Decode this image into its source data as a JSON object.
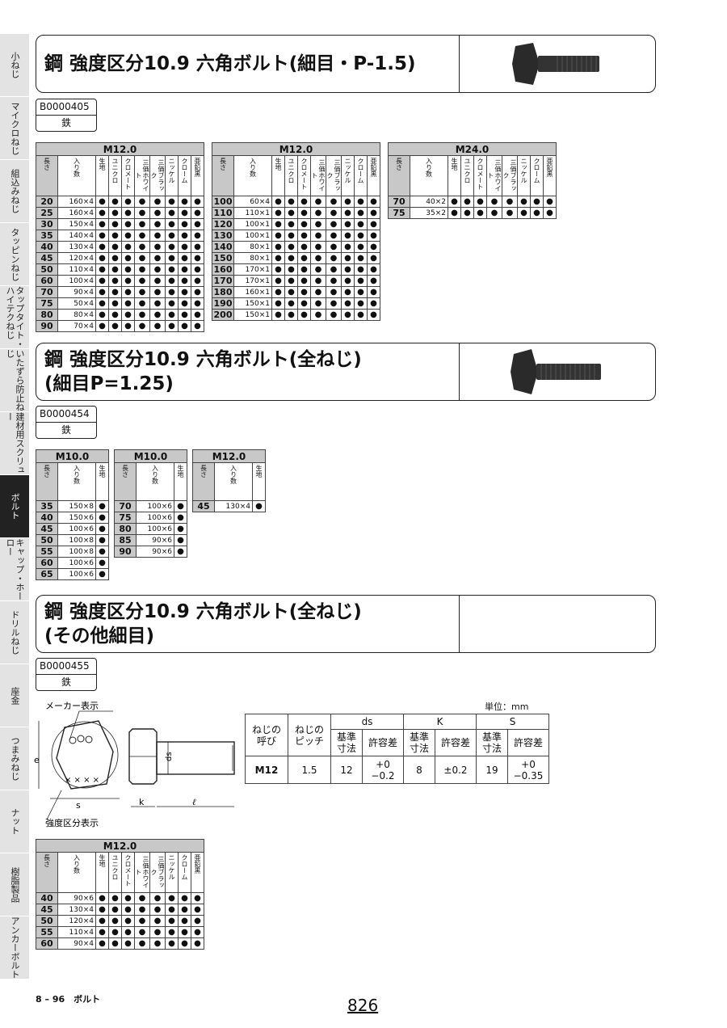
{
  "side_tabs": [
    {
      "label": "小ねじ",
      "active": false
    },
    {
      "label": "マイクロねじ",
      "active": false
    },
    {
      "label": "組込みねじ",
      "active": false
    },
    {
      "label": "タッピンねじ",
      "active": false
    },
    {
      "label": "タップタイト・ハイテクねじ",
      "active": false
    },
    {
      "label": "いたずら防止ねじ",
      "active": false
    },
    {
      "label": "建材用スクリュー",
      "active": false
    },
    {
      "label": "ボルト",
      "active": true
    },
    {
      "label": "キャップ・ホーロー",
      "active": false
    },
    {
      "label": "ドリルねじ",
      "active": false
    },
    {
      "label": "座金",
      "active": false
    },
    {
      "label": "つまみねじ",
      "active": false
    },
    {
      "label": "ナット",
      "active": false
    },
    {
      "label": "樹脂製品",
      "active": false
    },
    {
      "label": "アンカーボルト",
      "active": false
    }
  ],
  "headers_full": [
    "長さ",
    "入り数",
    "生地",
    "ユニクロ",
    "クロメート",
    "三価ホワイト",
    "三価ブラック",
    "ニッケル",
    "クローム",
    "亜鉛黒"
  ],
  "headers_short": [
    "長さ",
    "入り数",
    "生地"
  ],
  "dot": "●",
  "section1": {
    "title": "鋼 強度区分10.9 六角ボルト(細目・P-1.5)",
    "code": "B0000405",
    "material": "鉄",
    "tables": [
      {
        "size": "M12.0",
        "rows": [
          [
            "20",
            "160×4"
          ],
          [
            "25",
            "160×4"
          ],
          [
            "30",
            "150×4"
          ],
          [
            "35",
            "140×4"
          ],
          [
            "40",
            "130×4"
          ],
          [
            "45",
            "120×4"
          ],
          [
            "50",
            "110×4"
          ],
          [
            "60",
            "100×4"
          ],
          [
            "70",
            "90×4"
          ],
          [
            "75",
            "50×4"
          ],
          [
            "80",
            "80×4"
          ],
          [
            "90",
            "70×4"
          ]
        ]
      },
      {
        "size": "M12.0",
        "rows": [
          [
            "100",
            "60×4"
          ],
          [
            "110",
            "110×1"
          ],
          [
            "120",
            "100×1"
          ],
          [
            "130",
            "100×1"
          ],
          [
            "140",
            "80×1"
          ],
          [
            "150",
            "80×1"
          ],
          [
            "160",
            "170×1"
          ],
          [
            "170",
            "170×1"
          ],
          [
            "180",
            "160×1"
          ],
          [
            "190",
            "150×1"
          ],
          [
            "200",
            "150×1"
          ]
        ]
      },
      {
        "size": "M24.0",
        "rows": [
          [
            "70",
            "40×2"
          ],
          [
            "75",
            "35×2"
          ]
        ]
      }
    ]
  },
  "section2": {
    "title_line1": "鋼 強度区分10.9 六角ボルト(全ねじ)",
    "title_line2": "(細目P=1.25)",
    "code": "B0000454",
    "material": "鉄",
    "tables": [
      {
        "size": "M10.0",
        "rows": [
          [
            "35",
            "150×8"
          ],
          [
            "40",
            "150×6"
          ],
          [
            "45",
            "100×6"
          ],
          [
            "50",
            "100×8"
          ],
          [
            "55",
            "100×8"
          ],
          [
            "60",
            "100×6"
          ],
          [
            "65",
            "100×6"
          ]
        ]
      },
      {
        "size": "M10.0",
        "rows": [
          [
            "70",
            "100×6"
          ],
          [
            "75",
            "100×6"
          ],
          [
            "80",
            "100×6"
          ],
          [
            "85",
            "90×6"
          ],
          [
            "90",
            "90×6"
          ]
        ]
      },
      {
        "size": "M12.0",
        "rows": [
          [
            "45",
            "130×4"
          ]
        ]
      }
    ]
  },
  "section3": {
    "title_line1": "鋼 強度区分10.9 六角ボルト(全ねじ)",
    "title_line2": "(その他細目)",
    "code": "B0000455",
    "material": "鉄",
    "diagram": {
      "maker_label": "メーカー表示",
      "grade_label": "強度区分表示",
      "e": "e",
      "s": "s",
      "k": "k",
      "ds": "ds",
      "l": "ℓ"
    },
    "unit": "単位：mm",
    "spec": {
      "h_nominal": "ねじの呼び",
      "h_pitch": "ねじのピッチ",
      "h_ds": "ds",
      "h_k": "K",
      "h_s": "S",
      "h_base": "基準寸法",
      "h_tol": "許容差",
      "row": {
        "nominal": "M12",
        "pitch": "1.5",
        "ds": "12",
        "ds_tol_top": "+0",
        "ds_tol_bot": "−0.2",
        "k": "8",
        "k_tol": "±0.2",
        "s": "19",
        "s_tol_top": "+0",
        "s_tol_bot": "−0.35"
      }
    },
    "table": {
      "size": "M12.0",
      "rows": [
        [
          "40",
          "90×6"
        ],
        [
          "45",
          "130×4"
        ],
        [
          "50",
          "120×4"
        ],
        [
          "55",
          "110×4"
        ],
        [
          "60",
          "90×4"
        ]
      ]
    }
  },
  "footer": {
    "section": "8 – 96　ボルト",
    "page": "826"
  }
}
